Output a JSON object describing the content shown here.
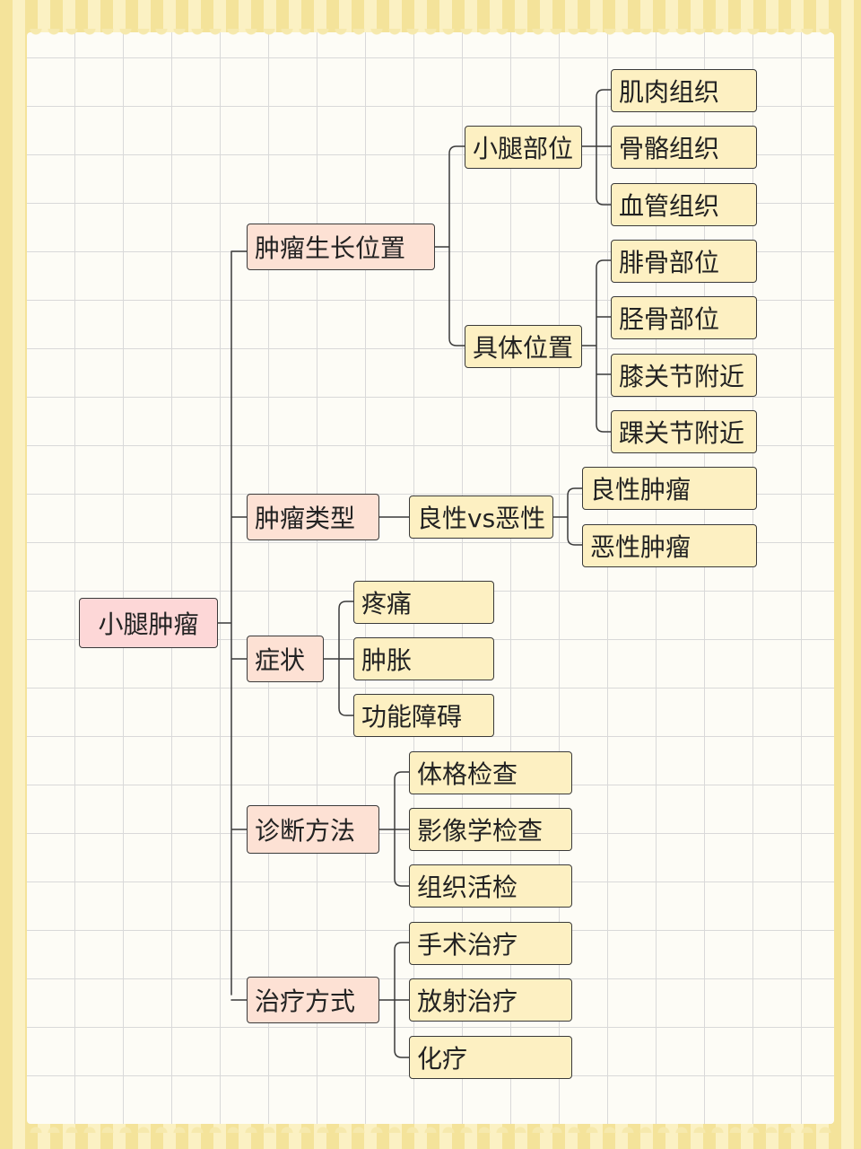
{
  "mindmap": {
    "root": "小腿肿瘤",
    "branches": {
      "location": {
        "label": "肿瘤生长位置",
        "calf": {
          "label": "小腿部位",
          "items": [
            "肌肉组织",
            "骨骼组织",
            "血管组织"
          ]
        },
        "specific": {
          "label": "具体位置",
          "items": [
            "腓骨部位",
            "胫骨部位",
            "膝关节附近",
            "踝关节附近"
          ]
        }
      },
      "type": {
        "label": "肿瘤类型",
        "benign_malignant": {
          "label": "良性vs恶性",
          "items": [
            "良性肿瘤",
            "恶性肿瘤"
          ]
        }
      },
      "symptoms": {
        "label": "症状",
        "items": [
          "疼痛",
          "肿胀",
          "功能障碍"
        ]
      },
      "diagnosis": {
        "label": "诊断方法",
        "items": [
          "体格检查",
          "影像学检查",
          "组织活检"
        ]
      },
      "treatment": {
        "label": "治疗方式",
        "items": [
          "手术治疗",
          "放射治疗",
          "化疗"
        ]
      }
    }
  },
  "colors": {
    "root_fill": "#fdd7d7",
    "level1_fill": "#fde1d4",
    "level2_fill": "#fdf0c2",
    "line": "#3a3a3a",
    "frame": "#f4e39a"
  }
}
